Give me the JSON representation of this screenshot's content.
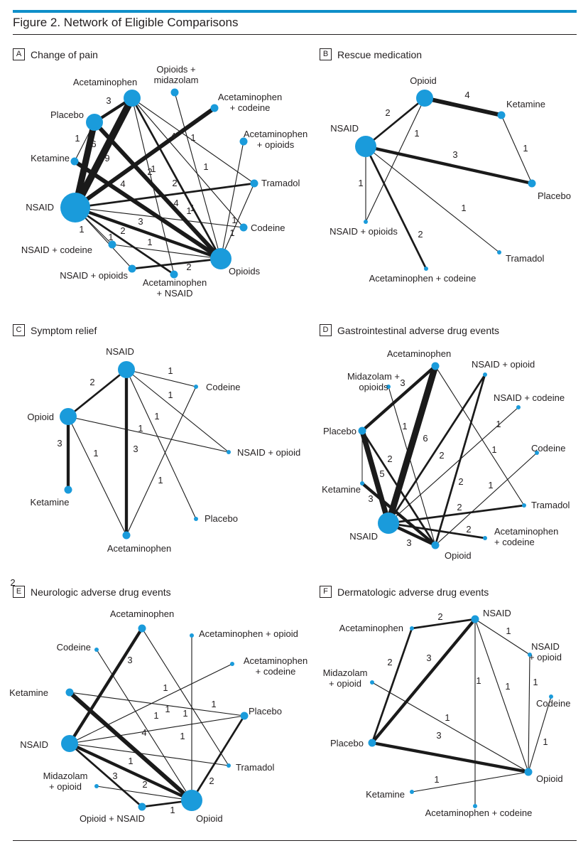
{
  "figure": {
    "title": "Figure 2. Network of Eligible Comparisons"
  },
  "colors": {
    "node": "#1a9bdb",
    "edge": "#1a1a1a",
    "accent": "#0f8fc9"
  },
  "panels": [
    {
      "letter": "A",
      "title": "Change of pain",
      "nodes": [
        {
          "id": "acet",
          "label": [
            "Acetaminophen"
          ],
          "size": "medium"
        },
        {
          "id": "opmid",
          "label": [
            "Opioids +",
            "midazolam"
          ],
          "size": "small"
        },
        {
          "id": "acod",
          "label": [
            "Acetaminophen",
            "+ codeine"
          ],
          "size": "small"
        },
        {
          "id": "aop",
          "label": [
            "Acetaminophen",
            "+ opioids"
          ],
          "size": "small"
        },
        {
          "id": "tram",
          "label": [
            "Tramadol"
          ],
          "size": "small"
        },
        {
          "id": "cod",
          "label": [
            "Codeine"
          ],
          "size": "small"
        },
        {
          "id": "opi",
          "label": [
            "Opioids"
          ],
          "size": "large"
        },
        {
          "id": "an",
          "label": [
            "Acetaminophen",
            "+ NSAID"
          ],
          "size": "small"
        },
        {
          "id": "nop",
          "label": [
            "NSAID + opioids"
          ],
          "size": "small"
        },
        {
          "id": "ncod",
          "label": [
            "NSAID + codeine"
          ],
          "size": "small"
        },
        {
          "id": "nsaid",
          "label": [
            "NSAID"
          ],
          "size": "xlarge"
        },
        {
          "id": "ket",
          "label": [
            "Ketamine"
          ],
          "size": "small"
        },
        {
          "id": "plac",
          "label": [
            "Placebo"
          ],
          "size": "medium"
        }
      ],
      "edges": [
        {
          "from": "plac",
          "to": "acet",
          "n": "3"
        },
        {
          "from": "plac",
          "to": "ket",
          "n": "1"
        },
        {
          "from": "plac",
          "to": "nsaid",
          "n": "6"
        },
        {
          "from": "acet",
          "to": "nsaid",
          "n": "9"
        },
        {
          "from": "plac",
          "to": "opi",
          "n": "4"
        },
        {
          "from": "ket",
          "to": "opi",
          "n": "4"
        },
        {
          "from": "acet",
          "to": "tram",
          "n": "1"
        },
        {
          "from": "acet",
          "to": "cod",
          "n": "1"
        },
        {
          "from": "acet",
          "to": "opi",
          "n": "2"
        },
        {
          "from": "acet",
          "to": "an",
          "n": "1"
        },
        {
          "from": "opmid",
          "to": "opi",
          "n": "1"
        },
        {
          "from": "nsaid",
          "to": "acod",
          "n": "4"
        },
        {
          "from": "nsaid",
          "to": "tram",
          "n": "2"
        },
        {
          "from": "nsaid",
          "to": "cod",
          "n": "1"
        },
        {
          "from": "nsaid",
          "to": "opi",
          "n": "3"
        },
        {
          "from": "nsaid",
          "to": "ncod",
          "n": "1"
        },
        {
          "from": "nsaid",
          "to": "nop",
          "n": "1"
        },
        {
          "from": "nsaid",
          "to": "an",
          "n": "2"
        },
        {
          "from": "ncod",
          "to": "opi",
          "n": "1"
        },
        {
          "from": "nop",
          "to": "opi",
          "n": "2"
        },
        {
          "from": "aop",
          "to": "opi",
          "n": "1"
        },
        {
          "from": "tram",
          "to": "opi",
          "n": "1"
        }
      ]
    },
    {
      "letter": "B",
      "title": "Rescue medication",
      "nodes": [
        {
          "id": "op",
          "label": [
            "Opioid"
          ],
          "size": "medium"
        },
        {
          "id": "ket",
          "label": [
            "Ketamine"
          ],
          "size": "small"
        },
        {
          "id": "plac",
          "label": [
            "Placebo"
          ],
          "size": "small"
        },
        {
          "id": "tram",
          "label": [
            "Tramadol"
          ],
          "size": "tiny"
        },
        {
          "id": "acod",
          "label": [
            "Acetaminophen + codeine"
          ],
          "size": "tiny"
        },
        {
          "id": "nop",
          "label": [
            "NSAID + opioids"
          ],
          "size": "tiny"
        },
        {
          "id": "nsaid",
          "label": [
            "NSAID"
          ],
          "size": "large"
        }
      ],
      "edges": [
        {
          "from": "nsaid",
          "to": "op",
          "n": "2"
        },
        {
          "from": "op",
          "to": "ket",
          "n": "4"
        },
        {
          "from": "op",
          "to": "nop",
          "n": "1"
        },
        {
          "from": "ket",
          "to": "plac",
          "n": "1"
        },
        {
          "from": "nsaid",
          "to": "plac",
          "n": "3"
        },
        {
          "from": "nsaid",
          "to": "nop",
          "n": "1"
        },
        {
          "from": "nsaid",
          "to": "tram",
          "n": "1"
        },
        {
          "from": "nsaid",
          "to": "acod",
          "n": "2"
        }
      ]
    },
    {
      "letter": "C",
      "title": "Symptom relief",
      "nodes": [
        {
          "id": "nsaid",
          "label": [
            "NSAID"
          ],
          "size": "medium"
        },
        {
          "id": "cod",
          "label": [
            "Codeine"
          ],
          "size": "tiny"
        },
        {
          "id": "nop",
          "label": [
            "NSAID + opioid"
          ],
          "size": "tiny"
        },
        {
          "id": "plac",
          "label": [
            "Placebo"
          ],
          "size": "tiny"
        },
        {
          "id": "acet",
          "label": [
            "Acetaminophen"
          ],
          "size": "small"
        },
        {
          "id": "ket",
          "label": [
            "Ketamine"
          ],
          "size": "small"
        },
        {
          "id": "op",
          "label": [
            "Opioid"
          ],
          "size": "medium"
        }
      ],
      "edges": [
        {
          "from": "op",
          "to": "nsaid",
          "n": "2"
        },
        {
          "from": "nsaid",
          "to": "cod",
          "n": "1"
        },
        {
          "from": "nsaid",
          "to": "nop",
          "n": "1"
        },
        {
          "from": "op",
          "to": "nop",
          "n": "1"
        },
        {
          "from": "nsaid",
          "to": "plac",
          "n": "1"
        },
        {
          "from": "nsaid",
          "to": "acet",
          "n": "3"
        },
        {
          "from": "cod",
          "to": "acet",
          "n": "1"
        },
        {
          "from": "op",
          "to": "ket",
          "n": "3"
        },
        {
          "from": "op",
          "to": "acet",
          "n": "1"
        }
      ]
    },
    {
      "letter": "D",
      "title": "Gastrointestinal adverse drug events",
      "nodes": [
        {
          "id": "acet",
          "label": [
            "Acetaminophen"
          ],
          "size": "small"
        },
        {
          "id": "nop",
          "label": [
            "NSAID + opioid"
          ],
          "size": "tiny"
        },
        {
          "id": "ncod",
          "label": [
            "NSAID + codeine"
          ],
          "size": "tiny"
        },
        {
          "id": "cod",
          "label": [
            "Codeine"
          ],
          "size": "tiny"
        },
        {
          "id": "tram",
          "label": [
            "Tramadol"
          ],
          "size": "tiny"
        },
        {
          "id": "acod",
          "label": [
            "Acetaminophen",
            "+ codeine"
          ],
          "size": "tiny"
        },
        {
          "id": "op",
          "label": [
            "Opioid"
          ],
          "size": "small"
        },
        {
          "id": "nsaid",
          "label": [
            "NSAID"
          ],
          "size": "large"
        },
        {
          "id": "ket",
          "label": [
            "Ketamine"
          ],
          "size": "tiny"
        },
        {
          "id": "plac",
          "label": [
            "Placebo"
          ],
          "size": "small"
        },
        {
          "id": "mid",
          "label": [
            "Midazolam +",
            "opioids"
          ],
          "size": "tiny"
        }
      ],
      "edges": [
        {
          "from": "plac",
          "to": "acet",
          "n": "3"
        },
        {
          "from": "acet",
          "to": "nsaid",
          "n": "6"
        },
        {
          "from": "acet",
          "to": "tram",
          "n": "1"
        },
        {
          "from": "mid",
          "to": "op",
          "n": "1"
        },
        {
          "from": "plac",
          "to": "nsaid",
          "n": "5"
        },
        {
          "from": "plac",
          "to": "ket",
          "n": ""
        },
        {
          "from": "plac",
          "to": "op",
          "n": "2"
        },
        {
          "from": "ket",
          "to": "op",
          "n": "3"
        },
        {
          "from": "nsaid",
          "to": "nop",
          "n": "2"
        },
        {
          "from": "nsaid",
          "to": "ncod",
          "n": "1"
        },
        {
          "from": "op",
          "to": "nop",
          "n": "2"
        },
        {
          "from": "op",
          "to": "cod",
          "n": "1"
        },
        {
          "from": "nsaid",
          "to": "tram",
          "n": "2"
        },
        {
          "from": "nsaid",
          "to": "acod",
          "n": "2"
        },
        {
          "from": "nsaid",
          "to": "op",
          "n": "3"
        }
      ]
    },
    {
      "letter": "E",
      "title": "Neurologic adverse drug events",
      "nodes": [
        {
          "id": "acet",
          "label": [
            "Acetaminophen"
          ],
          "size": "small"
        },
        {
          "id": "aop",
          "label": [
            "Acetaminophen + opioid"
          ],
          "size": "tiny"
        },
        {
          "id": "acod",
          "label": [
            "Acetaminophen",
            "+ codeine"
          ],
          "size": "tiny"
        },
        {
          "id": "plac",
          "label": [
            "Placebo"
          ],
          "size": "small"
        },
        {
          "id": "tram",
          "label": [
            "Tramadol"
          ],
          "size": "tiny"
        },
        {
          "id": "op",
          "label": [
            "Opioid"
          ],
          "size": "large"
        },
        {
          "id": "opn",
          "label": [
            "Opioid + NSAID"
          ],
          "size": "small"
        },
        {
          "id": "mid",
          "label": [
            "Midazolam",
            "+ opioid"
          ],
          "size": "tiny"
        },
        {
          "id": "nsaid",
          "label": [
            "NSAID"
          ],
          "size": "medium"
        },
        {
          "id": "ket",
          "label": [
            "Ketamine"
          ],
          "size": "small"
        },
        {
          "id": "cod",
          "label": [
            "Codeine"
          ],
          "size": "tiny"
        }
      ],
      "edges": [
        {
          "from": "nsaid",
          "to": "acet",
          "n": "3"
        },
        {
          "from": "acet",
          "to": "tram",
          "n": "1"
        },
        {
          "from": "cod",
          "to": "op",
          "n": "1"
        },
        {
          "from": "nsaid",
          "to": "acod",
          "n": "1"
        },
        {
          "from": "ket",
          "to": "plac",
          "n": "1"
        },
        {
          "from": "ket",
          "to": "op",
          "n": "4"
        },
        {
          "from": "aop",
          "to": "op",
          "n": "1"
        },
        {
          "from": "nsaid",
          "to": "plac",
          "n": "1"
        },
        {
          "from": "nsaid",
          "to": "tram",
          "n": "1"
        },
        {
          "from": "nsaid",
          "to": "op",
          "n": "3"
        },
        {
          "from": "nsaid",
          "to": "opn",
          "n": "2"
        },
        {
          "from": "mid",
          "to": "op",
          "n": "1"
        },
        {
          "from": "opn",
          "to": "op",
          "n": "2"
        },
        {
          "from": "plac",
          "to": "op",
          "n": "2"
        }
      ]
    },
    {
      "letter": "F",
      "title": "Dermatologic adverse drug events",
      "nodes": [
        {
          "id": "nsaid",
          "label": [
            "NSAID"
          ],
          "size": "small"
        },
        {
          "id": "nop",
          "label": [
            "NSAID",
            "+ opioid"
          ],
          "size": "tiny"
        },
        {
          "id": "cod",
          "label": [
            "Codeine"
          ],
          "size": "tiny"
        },
        {
          "id": "op",
          "label": [
            "Opioid"
          ],
          "size": "small"
        },
        {
          "id": "acod",
          "label": [
            "Acetaminophen + codeine"
          ],
          "size": "tiny"
        },
        {
          "id": "ket",
          "label": [
            "Ketamine"
          ],
          "size": "tiny"
        },
        {
          "id": "plac",
          "label": [
            "Placebo"
          ],
          "size": "small"
        },
        {
          "id": "mid",
          "label": [
            "Midazolam",
            "+ opioid"
          ],
          "size": "tiny"
        },
        {
          "id": "acet",
          "label": [
            "Acetaminophen"
          ],
          "size": "tiny"
        }
      ],
      "edges": [
        {
          "from": "acet",
          "to": "nsaid",
          "n": "2"
        },
        {
          "from": "acet",
          "to": "plac",
          "n": "2"
        },
        {
          "from": "nsaid",
          "to": "plac",
          "n": "3"
        },
        {
          "from": "nsaid",
          "to": "nop",
          "n": "1"
        },
        {
          "from": "nsaid",
          "to": "acod",
          "n": "1"
        },
        {
          "from": "nsaid",
          "to": "op",
          "n": "1"
        },
        {
          "from": "nop",
          "to": "op",
          "n": "1"
        },
        {
          "from": "mid",
          "to": "op",
          "n": "1"
        },
        {
          "from": "plac",
          "to": "op",
          "n": "3"
        },
        {
          "from": "cod",
          "to": "op",
          "n": "1"
        },
        {
          "from": "ket",
          "to": "op",
          "n": "1"
        }
      ]
    }
  ]
}
